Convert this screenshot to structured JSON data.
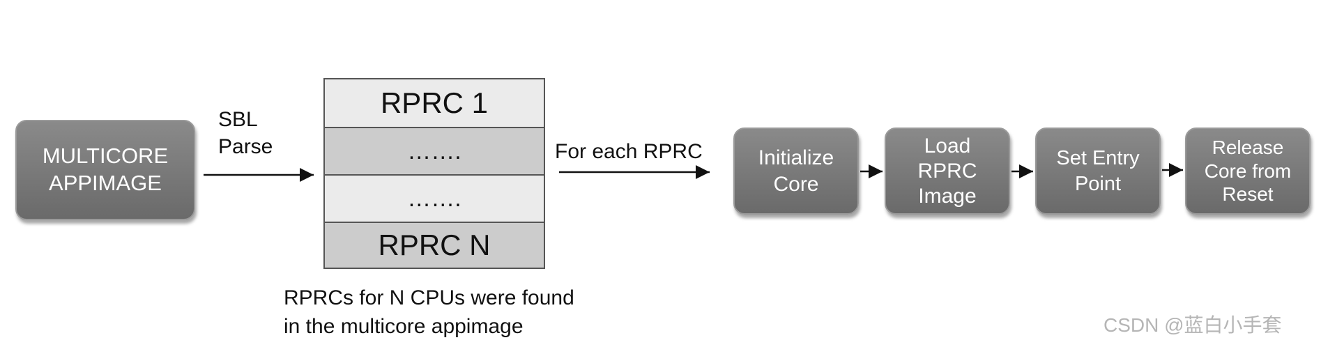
{
  "source_box": {
    "text": "MULTICORE\nAPPIMAGE"
  },
  "parse_label": {
    "text": "SBL\nParse"
  },
  "rprc_stack": {
    "cells": [
      "RPRC 1",
      "…….",
      "…….",
      "RPRC N"
    ],
    "colors": [
      "#ebebeb",
      "#cccccc",
      "#ebebeb",
      "#cccccc"
    ]
  },
  "stack_caption": {
    "text": "RPRCs for N CPUs were found\nin the multicore appimage"
  },
  "for_each_label": {
    "text": "For each RPRC"
  },
  "steps": [
    "Initialize\nCore",
    "Load\nRPRC\nImage",
    "Set Entry\nPoint",
    "Release\nCore from\nReset"
  ],
  "watermark": {
    "text": "CSDN @蓝白小手套"
  }
}
